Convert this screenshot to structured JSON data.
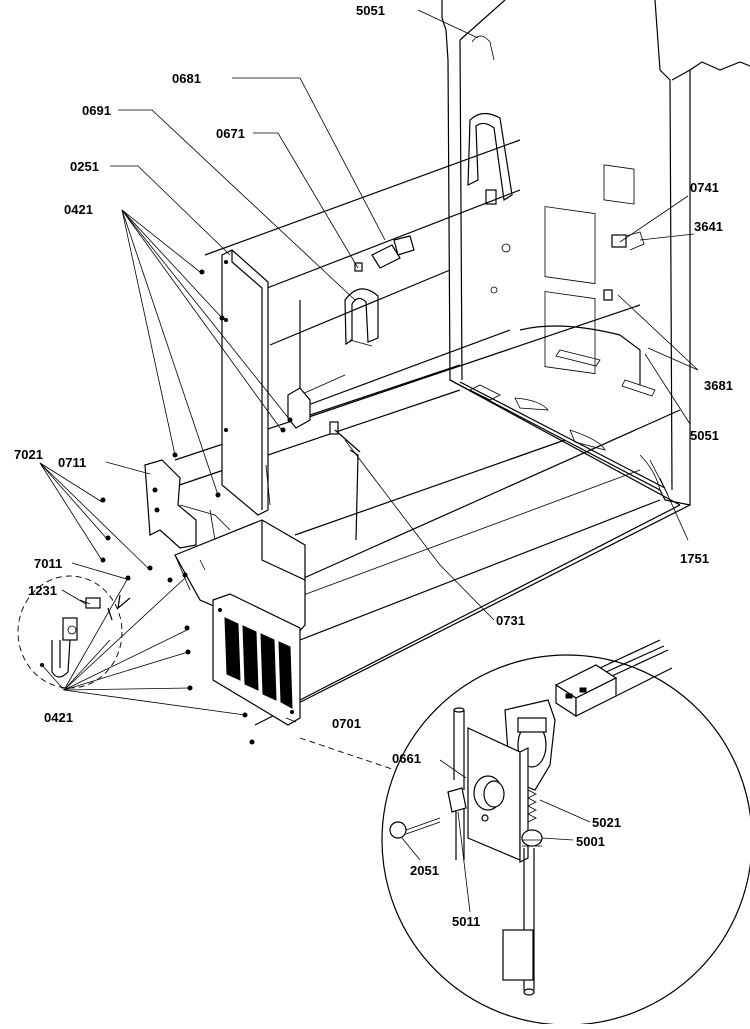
{
  "diagram": {
    "part_labels": [
      "5051",
      "0681",
      "0691",
      "0671",
      "0251",
      "0421",
      "0741",
      "3641",
      "3681",
      "5051",
      "0711",
      "7021",
      "7011",
      "1231",
      "0421",
      "0731",
      "1751",
      "0701",
      "0661",
      "5021",
      "5001",
      "2051",
      "5011"
    ]
  }
}
